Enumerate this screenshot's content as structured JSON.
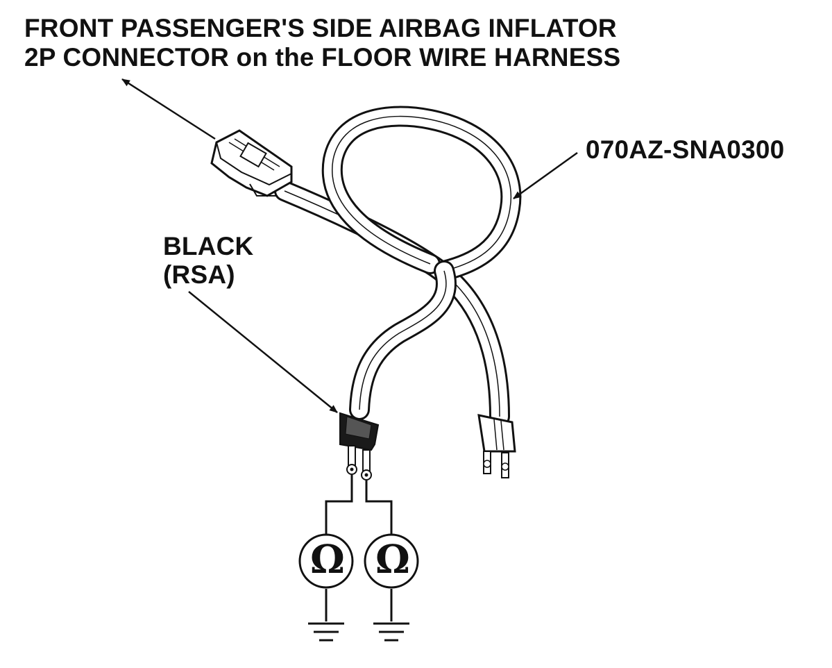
{
  "labels": {
    "title_line1": "FRONT PASSENGER'S SIDE AIRBAG INFLATOR",
    "title_line2": "2P CONNECTOR on the FLOOR WIRE HARNESS",
    "part_number": "070AZ-SNA0300",
    "plug_color_line1": "BLACK",
    "plug_color_line2": "(RSA)"
  },
  "meters": [
    {
      "symbol": "Ω"
    },
    {
      "symbol": "Ω"
    }
  ],
  "colors": {
    "ink": "#111111",
    "background": "#ffffff",
    "black_plug": "#1a1a1a"
  }
}
